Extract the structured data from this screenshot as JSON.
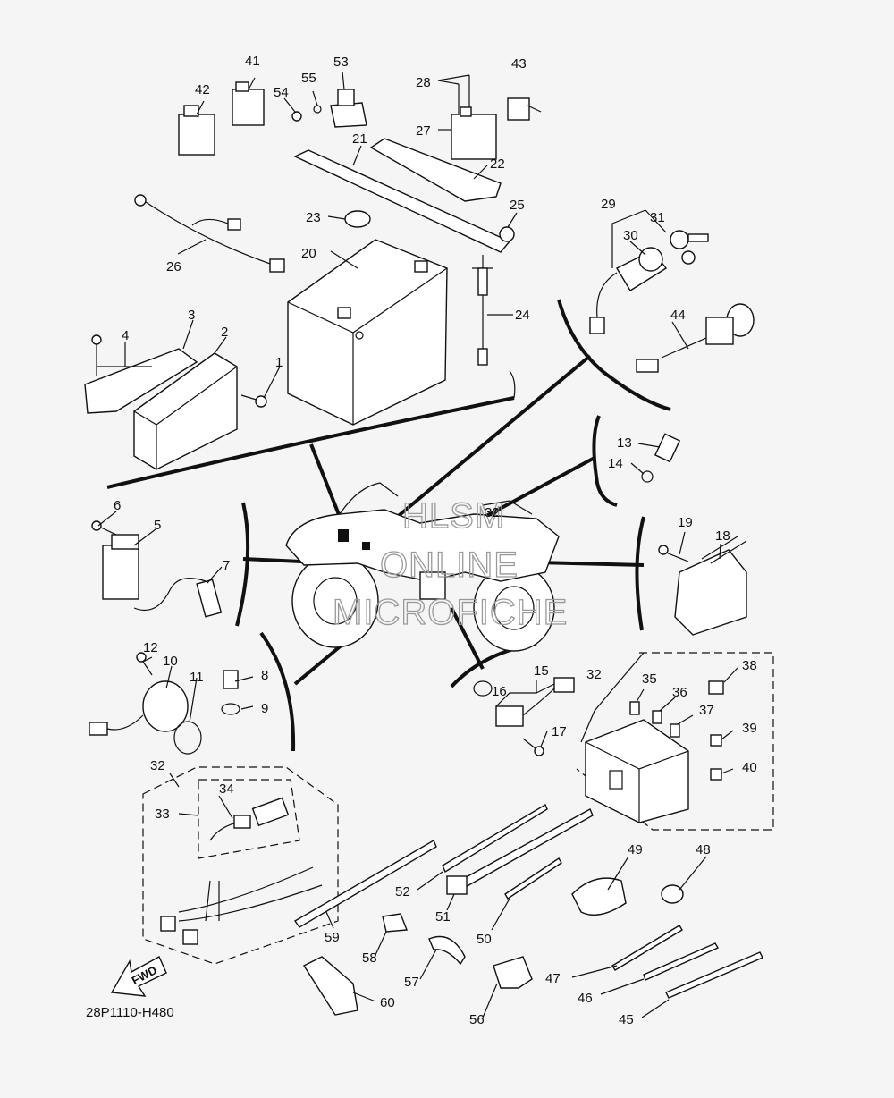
{
  "diagram_code": "28P1110-H480",
  "watermark": {
    "line1": "HLSM",
    "line2": "ONLINE",
    "line3": "MICROFICHE"
  },
  "forward_arrow_label": "FWD",
  "callouts": [
    "1",
    "2",
    "3",
    "4",
    "5",
    "6",
    "7",
    "8",
    "9",
    "10",
    "11",
    "12",
    "13",
    "14",
    "15",
    "16",
    "17",
    "18",
    "19",
    "20",
    "21",
    "22",
    "23",
    "24",
    "25",
    "26",
    "27",
    "28",
    "29",
    "30",
    "31",
    "32",
    "33",
    "34",
    "35",
    "36",
    "37",
    "38",
    "39",
    "40",
    "41",
    "42",
    "43",
    "44",
    "45",
    "46",
    "47",
    "48",
    "49",
    "50",
    "51",
    "52",
    "53",
    "54",
    "55",
    "56",
    "57",
    "58",
    "59",
    "60"
  ]
}
